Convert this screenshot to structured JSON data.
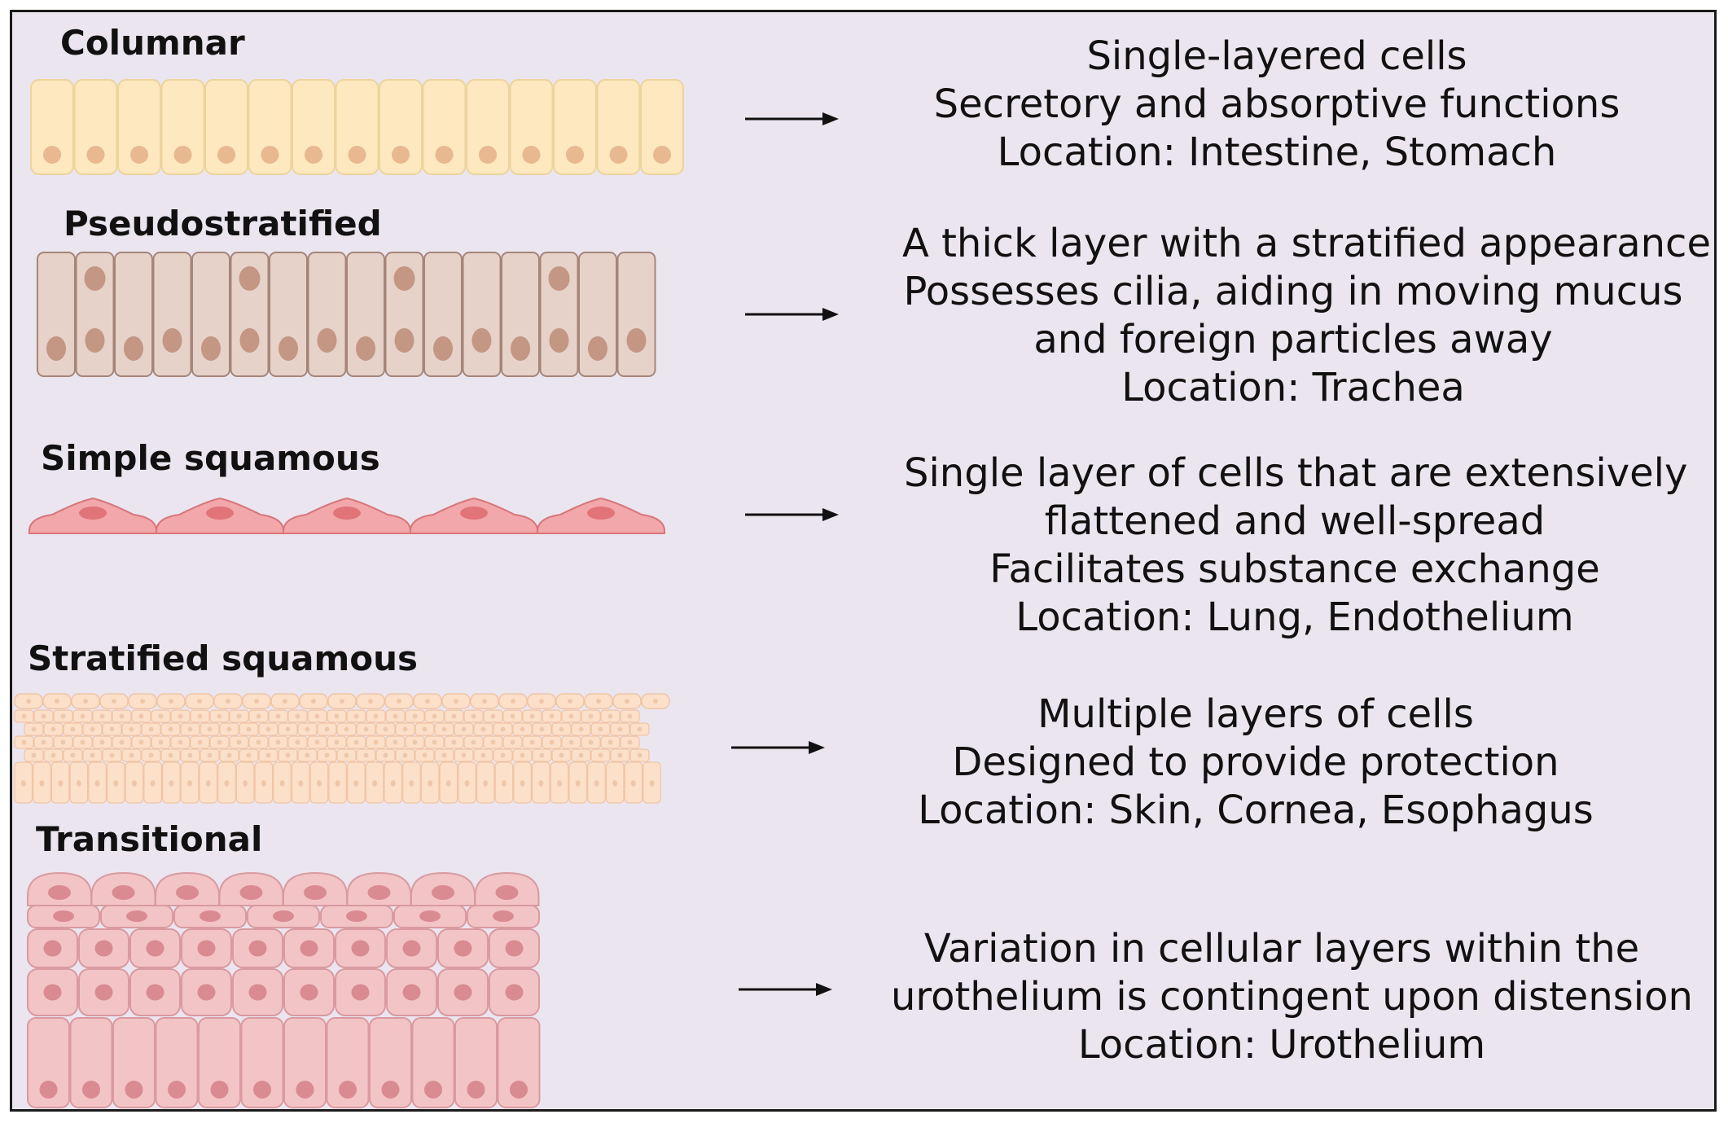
{
  "colors": {
    "background": "#ebe5ef",
    "border": "#1a1a1a",
    "columnar_fill": "#fde8bf",
    "columnar_nucleus": "#e8b890",
    "pseudostratified_fill": "#e6d2c8",
    "pseudostratified_nucleus": "#c49684",
    "simple_squamous_fill": "#f2a7aa",
    "simple_squamous_nucleus": "#e07478",
    "stratified_fill": "#fde0ca",
    "transitional_fill": "#f2c4c6",
    "transitional_nucleus": "#d98b91"
  },
  "tissues": [
    {
      "name": "Columnar",
      "icon": "columnar-epithelium-icon",
      "lines": [
        "Single-layered cells",
        "Secretory and absorptive functions",
        "Location: Intestine, Stomach"
      ]
    },
    {
      "name": "Pseudostratified",
      "icon": "pseudostratified-epithelium-icon",
      "lines": [
        "A thick layer with a stratified appearance",
        "Possesses cilia, aiding in moving mucus",
        "and foreign particles away",
        "Location: Trachea"
      ]
    },
    {
      "name": "Simple squamous",
      "icon": "simple-squamous-epithelium-icon",
      "lines": [
        "Single layer of cells that are extensively",
        "flattened and well-spread",
        "Facilitates substance exchange",
        "Location: Lung, Endothelium"
      ]
    },
    {
      "name": "Stratified squamous",
      "icon": "stratified-squamous-epithelium-icon",
      "lines": [
        "Multiple layers of cells",
        "Designed to provide protection",
        "Location: Skin, Cornea, Esophagus"
      ]
    },
    {
      "name": "Transitional",
      "icon": "transitional-epithelium-icon",
      "lines": [
        "Variation in cellular layers within the",
        "urothelium is contingent upon distension",
        "Location: Urothelium"
      ]
    }
  ]
}
